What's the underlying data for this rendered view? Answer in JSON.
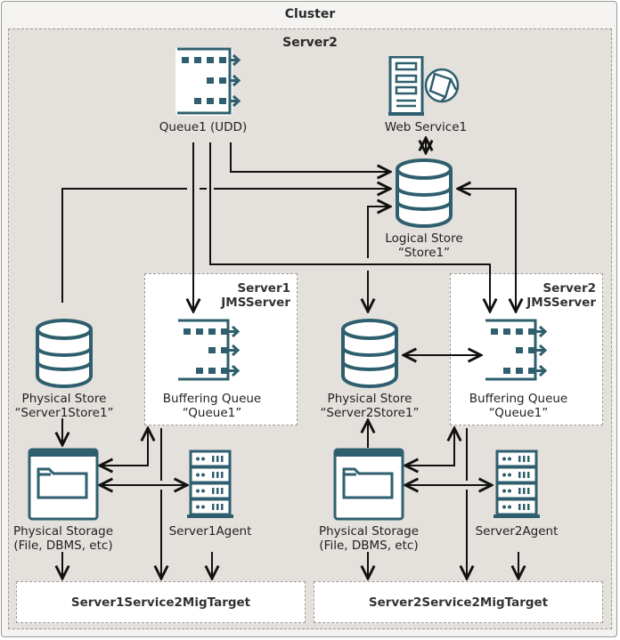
{
  "cluster": {
    "title": "Cluster"
  },
  "server": {
    "title": "Server2"
  },
  "queue_udd": {
    "label": "Queue1 (UDD)"
  },
  "web_service": {
    "label": "Web Service1"
  },
  "logical_store": {
    "line1": "Logical Store",
    "line2": "“Store1”"
  },
  "server1": {
    "jms_line1": "Server1",
    "jms_line2": "JMSServer",
    "physical_store": {
      "line1": "Physical Store",
      "line2": "“Server1Store1”"
    },
    "buffering_queue": {
      "line1": "Buffering Queue",
      "line2": "“Queue1”"
    },
    "physical_storage": {
      "line1": "Physical Storage",
      "line2": "(File, DBMS, etc)"
    },
    "agent": "Server1Agent",
    "mig_target": "Server1Service2MigTarget"
  },
  "server2": {
    "jms_line1": "Server2",
    "jms_line2": "JMSServer",
    "physical_store": {
      "line1": "Physical Store",
      "line2": "“Server2Store1”"
    },
    "buffering_queue": {
      "line1": "Buffering Queue",
      "line2": "“Queue1”"
    },
    "physical_storage": {
      "line1": "Physical Storage",
      "line2": "(File, DBMS, etc)"
    },
    "agent": "Server2Agent",
    "mig_target": "Server2Service2MigTarget"
  },
  "colors": {
    "icon": "#2f5f6e",
    "line": "#111111",
    "cluster_bg": "#f4f3f1",
    "server_bg": "#e4e1dc"
  }
}
